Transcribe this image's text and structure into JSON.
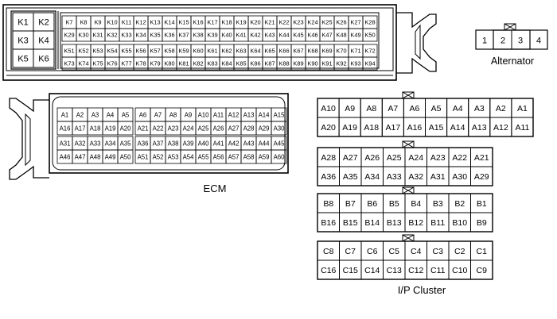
{
  "ecm": {
    "label": "ECM",
    "k_left": [
      [
        "K1",
        "K2"
      ],
      [
        "K3",
        "K4"
      ],
      [
        "K5",
        "K6"
      ]
    ],
    "k_block": [
      [
        "K7",
        "K8",
        "K9",
        "K10",
        "K11",
        "K12",
        "K13",
        "K14",
        "K15",
        "K16",
        "K17",
        "K18",
        "K19",
        "K20",
        "K21",
        "K22",
        "K23",
        "K24",
        "K25",
        "K26",
        "K27",
        "K28"
      ],
      [
        "K29",
        "K30",
        "K31",
        "K32",
        "K33",
        "K34",
        "K35",
        "K36",
        "K37",
        "K38",
        "K39",
        "K40",
        "K41",
        "K42",
        "K43",
        "K44",
        "K45",
        "K46",
        "K47",
        "K48",
        "K49",
        "K50"
      ],
      [
        "K51",
        "K52",
        "K53",
        "K54",
        "K55",
        "K56",
        "K57",
        "K58",
        "K59",
        "K60",
        "K61",
        "K62",
        "K63",
        "K64",
        "K65",
        "K66",
        "K67",
        "K68",
        "K69",
        "K70",
        "K71",
        "K72"
      ],
      [
        "K73",
        "K74",
        "K75",
        "K76",
        "K77",
        "K78",
        "K79",
        "K80",
        "K81",
        "K82",
        "K83",
        "K84",
        "K85",
        "K86",
        "K87",
        "K88",
        "K89",
        "K90",
        "K91",
        "K92",
        "K93",
        "K94"
      ]
    ],
    "a_left_top": [
      [
        "A1",
        "A2",
        "A3",
        "A4",
        "A5"
      ],
      [
        "A16",
        "A17",
        "A18",
        "A19",
        "A20"
      ]
    ],
    "a_right_top": [
      [
        "A6",
        "A7",
        "A8",
        "A9",
        "A10",
        "A11",
        "A12",
        "A13",
        "A14",
        "A15"
      ],
      [
        "A21",
        "A22",
        "A23",
        "A24",
        "A25",
        "A26",
        "A27",
        "A28",
        "A29",
        "A30"
      ]
    ],
    "a_left_bottom": [
      [
        "A31",
        "A32",
        "A33",
        "A34",
        "A35"
      ],
      [
        "A46",
        "A47",
        "A48",
        "A49",
        "A50"
      ]
    ],
    "a_right_bottom": [
      [
        "A36",
        "A37",
        "A38",
        "A39",
        "A40",
        "A41",
        "A42",
        "A43",
        "A44",
        "A45"
      ],
      [
        "A51",
        "A52",
        "A53",
        "A54",
        "A55",
        "A56",
        "A57",
        "A58",
        "A59",
        "A60"
      ]
    ]
  },
  "alternator": {
    "label": "Alternator",
    "pins": [
      "1",
      "2",
      "3",
      "4"
    ]
  },
  "ip_cluster": {
    "label": "I/P Cluster",
    "connectors": [
      {
        "rows": [
          [
            "A10",
            "A9",
            "A8",
            "A7",
            "A6",
            "A5",
            "A4",
            "A3",
            "A2",
            "A1"
          ],
          [
            "A20",
            "A19",
            "A18",
            "A17",
            "A16",
            "A15",
            "A14",
            "A13",
            "A12",
            "A11"
          ]
        ]
      },
      {
        "rows": [
          [
            "A28",
            "A27",
            "A26",
            "A25",
            "A24",
            "A23",
            "A22",
            "A21"
          ],
          [
            "A36",
            "A35",
            "A34",
            "A33",
            "A32",
            "A31",
            "A30",
            "A29"
          ]
        ]
      },
      {
        "rows": [
          [
            "B8",
            "B7",
            "B6",
            "B5",
            "B4",
            "B3",
            "B2",
            "B1"
          ],
          [
            "B16",
            "B15",
            "B14",
            "B13",
            "B12",
            "B11",
            "B10",
            "B9"
          ]
        ]
      },
      {
        "rows": [
          [
            "C8",
            "C7",
            "C6",
            "C5",
            "C4",
            "C3",
            "C2",
            "C1"
          ],
          [
            "C16",
            "C15",
            "C14",
            "C13",
            "C12",
            "C11",
            "C10",
            "C9"
          ]
        ]
      }
    ]
  }
}
